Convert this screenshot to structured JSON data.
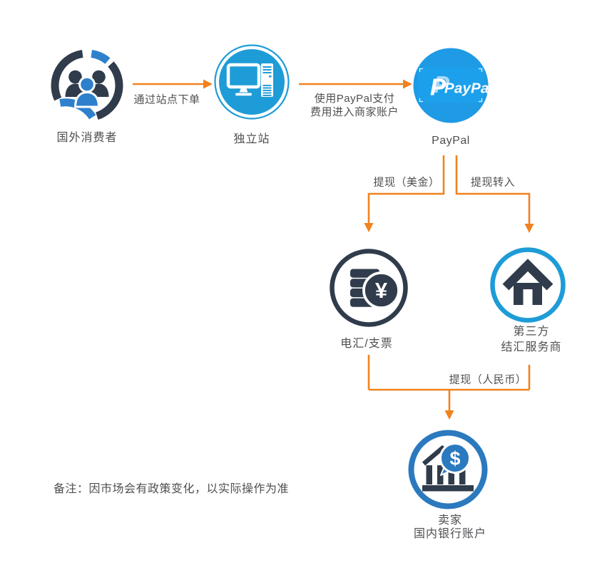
{
  "nodes": {
    "consumers": {
      "label": "国外消费者",
      "icon": "people-group-icon"
    },
    "site": {
      "label": "独立站",
      "icon": "computer-server-icon"
    },
    "paypal": {
      "label": "PayPal",
      "logo_mark": "P",
      "logo_text": "PayPal",
      "icon": "paypal-logo-icon"
    },
    "wire": {
      "label": "电汇/支票",
      "currency_symbol": "¥",
      "icon": "coins-yen-icon"
    },
    "third_party": {
      "label_line1": "第三方",
      "label_line2": "结汇服务商",
      "icon": "home-icon"
    },
    "bank": {
      "label_line1": "卖家",
      "label_line2": "国内银行账户",
      "currency_symbol": "$",
      "icon": "bank-dollar-icon"
    }
  },
  "edges": {
    "order": {
      "from": "consumers",
      "to": "site",
      "label": "通过站点下单"
    },
    "pay": {
      "from": "site",
      "to": "paypal",
      "label_line1": "使用PayPal支付",
      "label_line2": "费用进入商家账户"
    },
    "withdraw_usd": {
      "from": "paypal",
      "to": "wire",
      "label": "提现（美金）"
    },
    "withdraw_transfer": {
      "from": "paypal",
      "to": "third_party",
      "label": "提现转入"
    },
    "withdraw_rmb": {
      "from": "wire + third_party",
      "to": "bank",
      "label": "提现（人民币）"
    }
  },
  "note": "备注：因市场会有政策变化，以实际操作为准",
  "colors": {
    "arrow_orange": "#F0821F",
    "dark_navy": "#303C4B",
    "people_blue": "#2E80CC",
    "cyan_blue": "#1E9CD7",
    "paypal_disc_blue": "#1F9AE4",
    "paypal_rect_blue": "#1CA0EC",
    "paypal_light_p": "#ABD8F6",
    "bank_blue": "#2B79BE",
    "text_gray": "#4E4F52",
    "background": "#FFFFFF"
  }
}
